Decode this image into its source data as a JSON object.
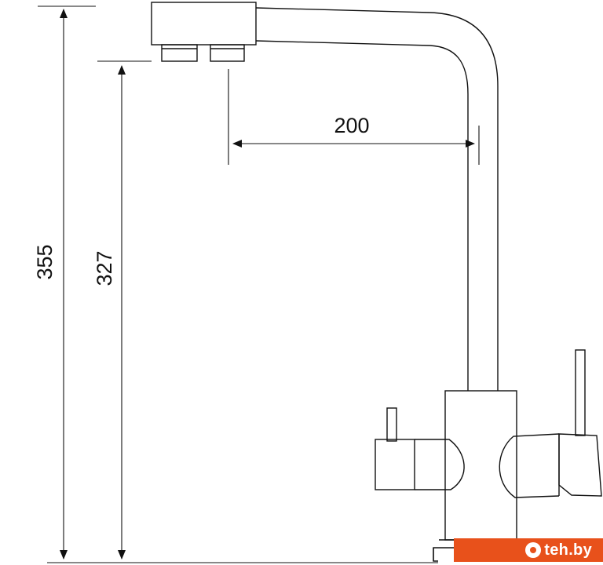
{
  "dimensions": {
    "total_height": "355",
    "spout_height": "327",
    "spout_reach": "200"
  },
  "watermark": {
    "text": "teh.by",
    "background_color": "#e8511b"
  }
}
